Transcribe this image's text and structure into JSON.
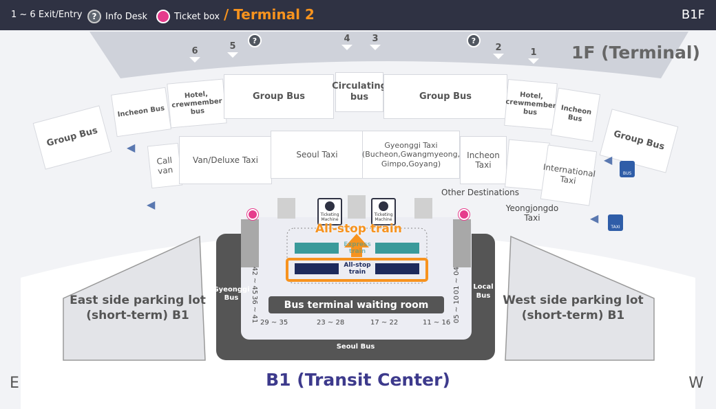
{
  "header": {
    "legend_exit": "1 ~ 6 Exit/Entry",
    "legend_info": "Info Desk",
    "legend_ticket": "Ticket box",
    "terminal": "/ Terminal 2",
    "floor": "B1F",
    "info_glyph": "?"
  },
  "first_floor": {
    "title": "1F (Terminal)",
    "exits": [
      "6",
      "5",
      "4",
      "3",
      "2",
      "1"
    ]
  },
  "zones": {
    "row1": [
      "Incheon Bus",
      "Hotel, crewmember bus",
      "Group Bus",
      "Circulating bus",
      "Group Bus",
      "Hotel, crewmember bus",
      "Incheon Bus"
    ],
    "group_left": "Group Bus",
    "group_right": "Group Bus",
    "row2": [
      "Call van",
      "Van/Deluxe Taxi",
      "Seoul Taxi",
      "Gyeonggi Taxi (Bucheon,Gwangmyeong, Gimpo,Goyang)",
      "Incheon Taxi",
      "International Taxi"
    ],
    "other_destinations": "Other Destinations",
    "yeongjongdo": "Yeongjongdo Taxi"
  },
  "icons": {
    "bus": "BUS",
    "taxi": "TAXI"
  },
  "transit": {
    "ticketing_machine": "Ticketing Machine",
    "highlight": "All-stop train",
    "express": "Express train",
    "allstop": "All-stop train",
    "waiting_room": "Bus terminal waiting room",
    "gyeonggi": "Gyeonggi Bus",
    "local": "Local Bus",
    "seoul": "Seoul Bus",
    "gates_bottom": [
      "29 ~ 35",
      "23 ~ 28",
      "17 ~ 22",
      "11 ~ 16"
    ],
    "gates_left": [
      "42 ~ 45",
      "36 ~ 41"
    ],
    "gates_right": [
      "01 ~ 04",
      "05 ~ 10"
    ]
  },
  "parking": {
    "east": "East side parking lot (short-term) B1",
    "west": "West side parking lot (short-term) B1"
  },
  "b1_title": "B1 (Transit Center)",
  "compass": {
    "east": "E",
    "west": "W"
  },
  "colors": {
    "header": "#2f3243",
    "accent": "#f7931e",
    "title": "#3d3a8c",
    "express": "#3a9a9a",
    "allstop": "#1d2a5c",
    "ticket": "#e63c8c"
  }
}
